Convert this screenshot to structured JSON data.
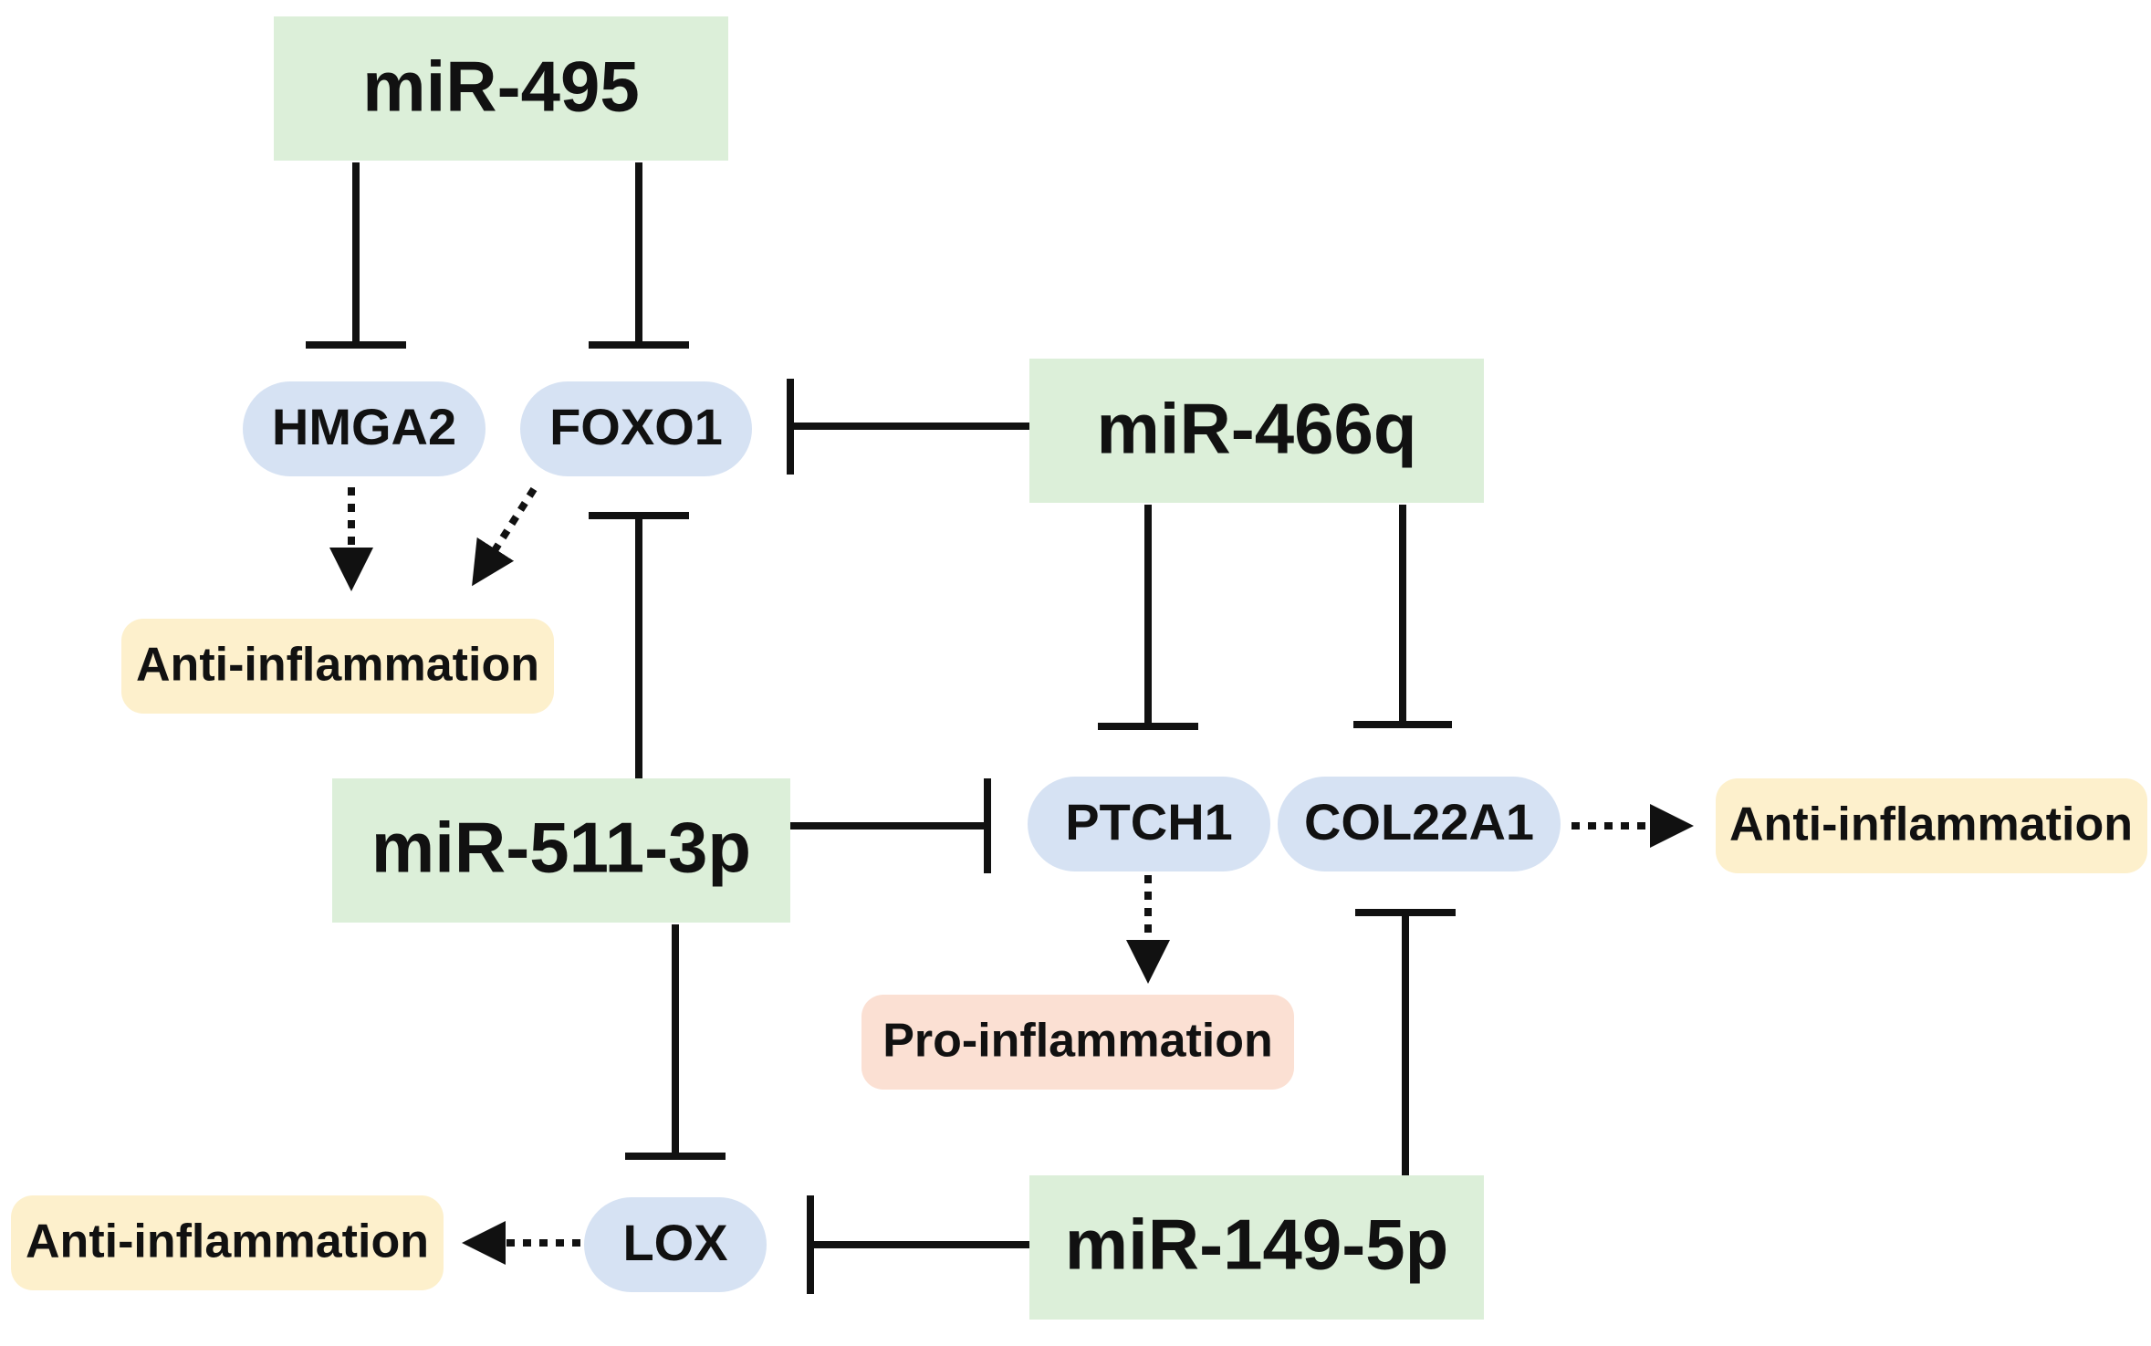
{
  "nodes": {
    "mir495": "miR-495",
    "mir466q": "miR-466q",
    "mir5113p": "miR-511-3p",
    "mir1495p": "miR-149-5p",
    "hmga2": "HMGA2",
    "foxo1": "FOXO1",
    "ptch1": "PTCH1",
    "col22a1": "COL22A1",
    "lox": "LOX",
    "outcome_left_top": "Anti-inflammation",
    "outcome_right": "Anti-inflammation",
    "outcome_pro": "Pro-inflammation",
    "outcome_left_bottom": "Anti-inflammation"
  },
  "colors": {
    "mirna_fill": "#dcefd9",
    "gene_fill": "#d6e2f3",
    "anti_fill": "#fdf0cc",
    "pro_fill": "#fbe0d3",
    "line": "#111111"
  }
}
